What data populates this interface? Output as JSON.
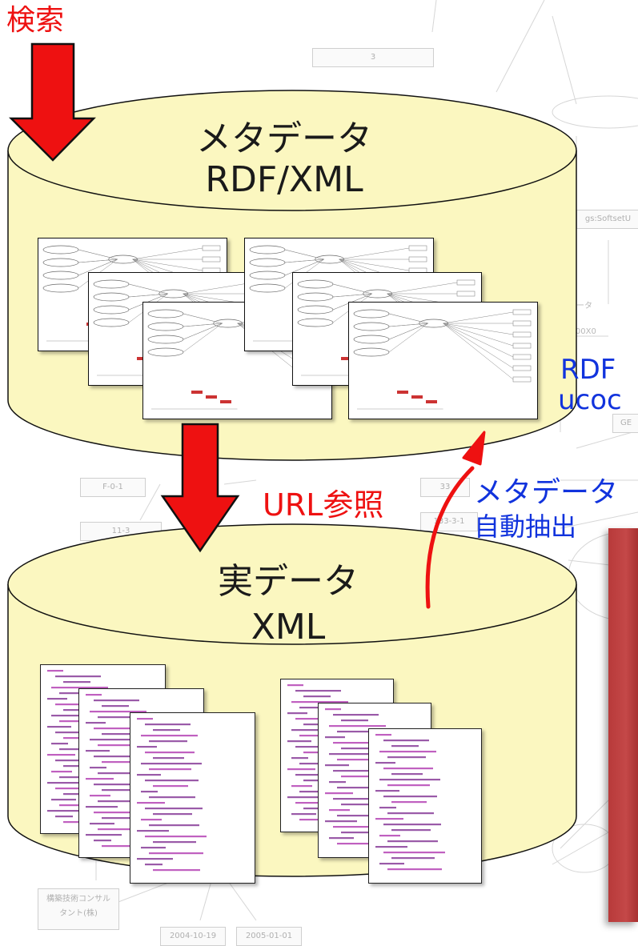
{
  "search": {
    "label": "検索"
  },
  "metadata_db": {
    "title_line1": "メタデータ",
    "title_line2": "RDF/XML"
  },
  "url_reference": {
    "label": "URL参照"
  },
  "real_data_db": {
    "title_line1": "実データ",
    "title_line2": "XML"
  },
  "metadata_extraction": {
    "line1": "メタデータ",
    "line2": "自動抽出"
  },
  "rdf_note": {
    "line1": "RDF",
    "line2": "ucoc"
  },
  "background": {
    "box_top": "3",
    "box_f01": "F-0-1",
    "box_113": "11-3",
    "box_33": "33",
    "box_1331": "133-3-1",
    "box_gt": "GE",
    "node_label": "gs:SoftsetU",
    "node_side": "表データ",
    "node_id": "H000X0",
    "company_line1": "構築技術コンサル",
    "company_line2": "タント(株)",
    "date1": "2004-10-19",
    "date2": "2005-01-01"
  },
  "colors": {
    "cylinder_fill": "#fbf7c0",
    "arrow_red": "#ee1111",
    "accent_blue": "#1133dd",
    "panel_red": "#c04040"
  }
}
